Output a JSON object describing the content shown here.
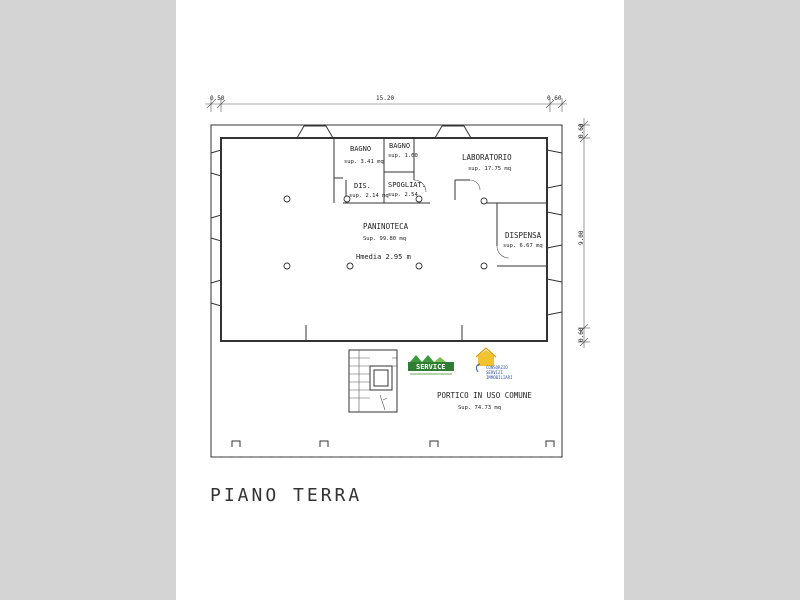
{
  "dimensions": {
    "left_margin": "0.50",
    "total_width": "15.20",
    "right_margin": "0.60",
    "top_margin": "0.60",
    "depth": "9.00",
    "bottom_margin": "0.60"
  },
  "rooms": {
    "bagno1": {
      "name": "BAGNO",
      "area": "sup. 3.41 mq"
    },
    "bagno2": {
      "name": "BAGNO",
      "area": "sup. 1.60"
    },
    "laboratorio": {
      "name": "LABORATORIO",
      "area": "sup. 17.75 mq"
    },
    "dis": {
      "name": "DIS.",
      "area": "sup. 2.14 mq"
    },
    "spogliat": {
      "name": "SPOGLIAT.",
      "area": "sup. 2.54"
    },
    "paninoteca": {
      "name": "PANINOTECA",
      "area": "Sup. 99.80 mq",
      "height": "Hmedia 2.95 m"
    },
    "dispensa": {
      "name": "DISPENSA",
      "area": "sup. 6.67 mq"
    },
    "portico": {
      "name": "PORTICO IN USO COMUNE",
      "area": "Sup. 74.73 mq"
    }
  },
  "logos": {
    "service_logo": {
      "text": "SERVICE"
    },
    "consorzio_logo": {
      "line1": "CONSORZIO",
      "line2": "SERVIZI",
      "line3": "IMMOBILIARI"
    }
  },
  "floor_title": "PIANO TERRA"
}
